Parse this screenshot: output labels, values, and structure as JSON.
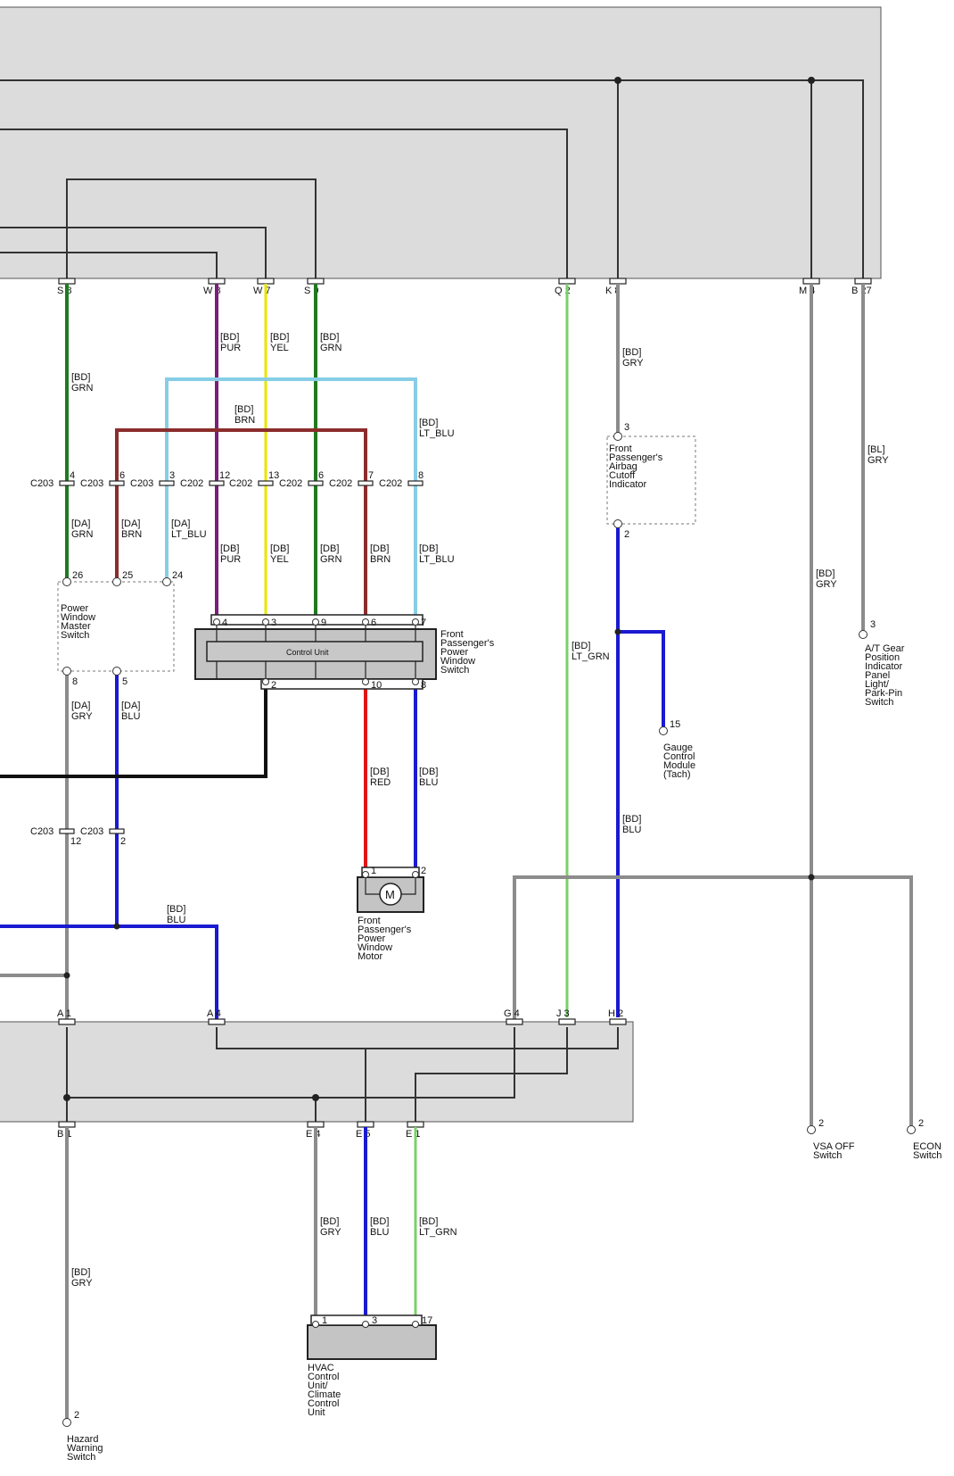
{
  "colors": {
    "GRN": "#1f7a1f",
    "PUR": "#7a1f7a",
    "YEL": "#e6e600",
    "LT_BLU": "#87cde6",
    "BRN": "#8b2d2d",
    "GRY": "#8c8c8c",
    "LT_GRN": "#7ccf6a",
    "BLU": "#1a1ad1",
    "RED": "#e01515",
    "BLK": "#111111",
    "DK": "#333333"
  },
  "top_connectors": [
    {
      "id": "s8",
      "label": "S 8"
    },
    {
      "id": "w8",
      "label": "W 8"
    },
    {
      "id": "w7",
      "label": "W 7"
    },
    {
      "id": "s9",
      "label": "S 9"
    },
    {
      "id": "q2",
      "label": "Q 2"
    },
    {
      "id": "k8",
      "label": "K 8"
    },
    {
      "id": "m4",
      "label": "M 4"
    },
    {
      "id": "b27",
      "label": "B 27"
    }
  ],
  "mid_connectors": [
    {
      "id": "a1",
      "label": "A 1"
    },
    {
      "id": "a4",
      "label": "A 4"
    },
    {
      "id": "g4",
      "label": "G 4"
    },
    {
      "id": "j3",
      "label": "J 3"
    },
    {
      "id": "h2",
      "label": "H 2"
    }
  ],
  "bottom_connectors": [
    {
      "id": "b1",
      "label": "B 1"
    },
    {
      "id": "e4",
      "label": "E 4"
    },
    {
      "id": "e5",
      "label": "E 5"
    },
    {
      "id": "e1",
      "label": "E 1"
    }
  ],
  "wire_labels": {
    "s8_grn": [
      "[BD]",
      "GRN"
    ],
    "w8_pur": [
      "[BD]",
      "PUR"
    ],
    "w7_yel": [
      "[BD]",
      "YEL"
    ],
    "s9_grn": [
      "[BD]",
      "GRN"
    ],
    "brn_bus": [
      "[BD]",
      "BRN"
    ],
    "ltblu_bus": [
      "[BD]",
      "LT_BLU"
    ],
    "k8_gry": [
      "[BD]",
      "GRY"
    ],
    "b27_gry": [
      "[BL]",
      "GRY"
    ],
    "m4_gry": [
      "[BD]",
      "GRY"
    ],
    "q2_ltgrn": [
      "[BD]",
      "LT_GRN"
    ],
    "da_grn": [
      "[DA]",
      "GRN"
    ],
    "da_brn": [
      "[DA]",
      "BRN"
    ],
    "da_ltblu": [
      "[DA]",
      "LT_BLU"
    ],
    "db_pur": [
      "[DB]",
      "PUR"
    ],
    "db_yel": [
      "[DB]",
      "YEL"
    ],
    "db_grn": [
      "[DB]",
      "GRN"
    ],
    "db_brn": [
      "[DB]",
      "BRN"
    ],
    "db_ltblu": [
      "[DB]",
      "LT_BLU"
    ],
    "da_gry": [
      "[DA]",
      "GRY"
    ],
    "da_blu": [
      "[DA]",
      "BLU"
    ],
    "db_red": [
      "[DB]",
      "RED"
    ],
    "db_blu": [
      "[DB]",
      "BLU"
    ],
    "bd_blu_h2": [
      "[BD]",
      "BLU"
    ],
    "bd_blu_bus": [
      "[BD]",
      "BLU"
    ],
    "e4_gry": [
      "[BD]",
      "GRY"
    ],
    "e5_blu": [
      "[BD]",
      "BLU"
    ],
    "e1_ltgrn": [
      "[BD]",
      "LT_GRN"
    ],
    "b1_gry": [
      "[BD]",
      "GRY"
    ]
  },
  "inline_connectors": [
    {
      "id": "c203_4",
      "name": "C203",
      "pin": "4"
    },
    {
      "id": "c203_6",
      "name": "C203",
      "pin": "6"
    },
    {
      "id": "c203_3",
      "name": "C203",
      "pin": "3"
    },
    {
      "id": "c202_12",
      "name": "C202",
      "pin": "12"
    },
    {
      "id": "c202_13",
      "name": "C202",
      "pin": "13"
    },
    {
      "id": "c202_6",
      "name": "C202",
      "pin": "6"
    },
    {
      "id": "c202_7",
      "name": "C202",
      "pin": "7"
    },
    {
      "id": "c202_8",
      "name": "C202",
      "pin": "8"
    },
    {
      "id": "c203_12",
      "name": "C203",
      "pin": "12"
    },
    {
      "id": "c203_2",
      "name": "C203",
      "pin": "2"
    }
  ],
  "pins": {
    "pwms_26": "26",
    "pwms_25": "25",
    "pwms_24": "24",
    "pwms_8": "8",
    "pwms_5": "5",
    "fpps_4": "4",
    "fpps_3": "3",
    "fpps_9": "9",
    "fpps_6": "6",
    "fpps_7": "7",
    "fpps_2": "2",
    "fpps_10": "10",
    "fpps_8": "8",
    "motor_1": "1",
    "motor_2": "2",
    "airbag_3": "3",
    "airbag_2": "2",
    "gauge_15": "15",
    "atgear_3": "3",
    "vsa_2": "2",
    "econ_2": "2",
    "hvac_1": "1",
    "hvac_3": "3",
    "hvac_17": "17",
    "hazard_2": "2"
  },
  "components": {
    "power_window_master_switch": [
      "Power",
      "Window",
      "Master",
      "Switch"
    ],
    "front_passenger_pw_switch": [
      "Front",
      "Passenger's",
      "Power",
      "Window",
      "Switch"
    ],
    "control_unit": "Control Unit",
    "front_passenger_pw_motor": [
      "Front",
      "Passenger's",
      "Power",
      "Window",
      "Motor"
    ],
    "motor_symbol": "M",
    "airbag_cutoff_indicator": [
      "Front",
      "Passenger's",
      "Airbag",
      "Cutoff",
      "Indicator"
    ],
    "gauge_control_module": [
      "Gauge",
      "Control",
      "Module",
      "(Tach)"
    ],
    "at_gear_position_indicator": [
      "A/T Gear",
      "Position",
      "Indicator",
      "Panel",
      "Light/",
      "Park-Pin",
      "Switch"
    ],
    "vsa_off_switch": [
      "VSA OFF",
      "Switch"
    ],
    "econ_switch": [
      "ECON",
      "Switch"
    ],
    "hvac_control_unit": [
      "HVAC",
      "Control",
      "Unit/",
      "Climate",
      "Control",
      "Unit"
    ],
    "hazard_warning_switch": [
      "Hazard",
      "Warning",
      "Switch"
    ]
  }
}
